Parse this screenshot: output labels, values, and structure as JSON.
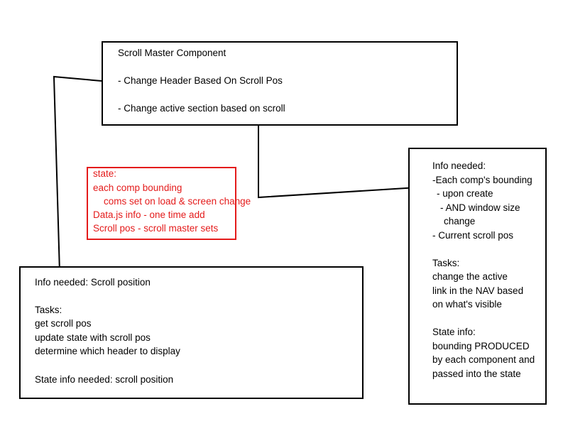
{
  "scroll_master": {
    "title": "Scroll Master Component",
    "items": [
      "- Change Header Based On Scroll Pos",
      "- Change active section based on scroll"
    ]
  },
  "state": {
    "lines": [
      "state:",
      "each comp bounding",
      "coms set on load & screen change",
      "Data.js info - one time add",
      "Scroll pos - scroll master sets"
    ],
    "color": "#e41b1b"
  },
  "scroll_info": {
    "info_needed": "Info needed: Scroll position",
    "tasks_heading": "Tasks:",
    "tasks": [
      "get scroll pos",
      "update state with scroll pos",
      "determine which header to display"
    ],
    "state_info": "State info needed: scroll position"
  },
  "section_info": {
    "lines": [
      "Info needed:",
      "-Each comp's bounding",
      "- upon create",
      "-  AND window size",
      "change",
      "- Current scroll pos",
      "Tasks:",
      "change the active",
      "link in the NAV based",
      "on what's visible",
      "State info:",
      "bounding PRODUCED",
      "by each component and",
      "passed into the state"
    ]
  }
}
